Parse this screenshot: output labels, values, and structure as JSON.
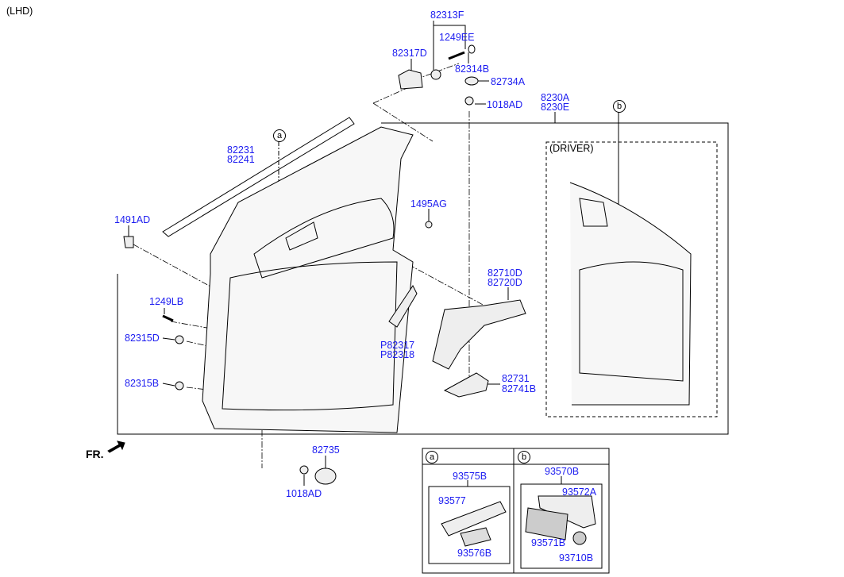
{
  "header": {
    "variant": "(LHD)"
  },
  "callouts": {
    "a": "a",
    "b": "b"
  },
  "driver_label": "(DRIVER)",
  "front_label": "FR.",
  "parts": {
    "p82313F": "82313F",
    "p1249EE": "1249EE",
    "p82317D": "82317D",
    "p82314B": "82314B",
    "p82734A": "82734A",
    "p1018AD_top": "1018AD",
    "p8230A": "8230A",
    "p8230E": "8230E",
    "p82231": "82231",
    "p82241": "82241",
    "p1491AD": "1491AD",
    "p1495AG": "1495AG",
    "p82710D": "82710D",
    "p82720D": "82720D",
    "p1249LB": "1249LB",
    "p82315D": "82315D",
    "pP82317": "P82317",
    "pP82318": "P82318",
    "p82731": "82731",
    "p82741B": "82741B",
    "p82315B": "82315B",
    "p82735": "82735",
    "p1018AD_bottom": "1018AD"
  },
  "detail_a": {
    "p93575B": "93575B",
    "p93577": "93577",
    "p93576B": "93576B"
  },
  "detail_b": {
    "p93570B": "93570B",
    "p93572A": "93572A",
    "p93571B": "93571B",
    "p93710B": "93710B"
  },
  "colors": {
    "label": "#1c1cf0",
    "line": "#000000"
  }
}
